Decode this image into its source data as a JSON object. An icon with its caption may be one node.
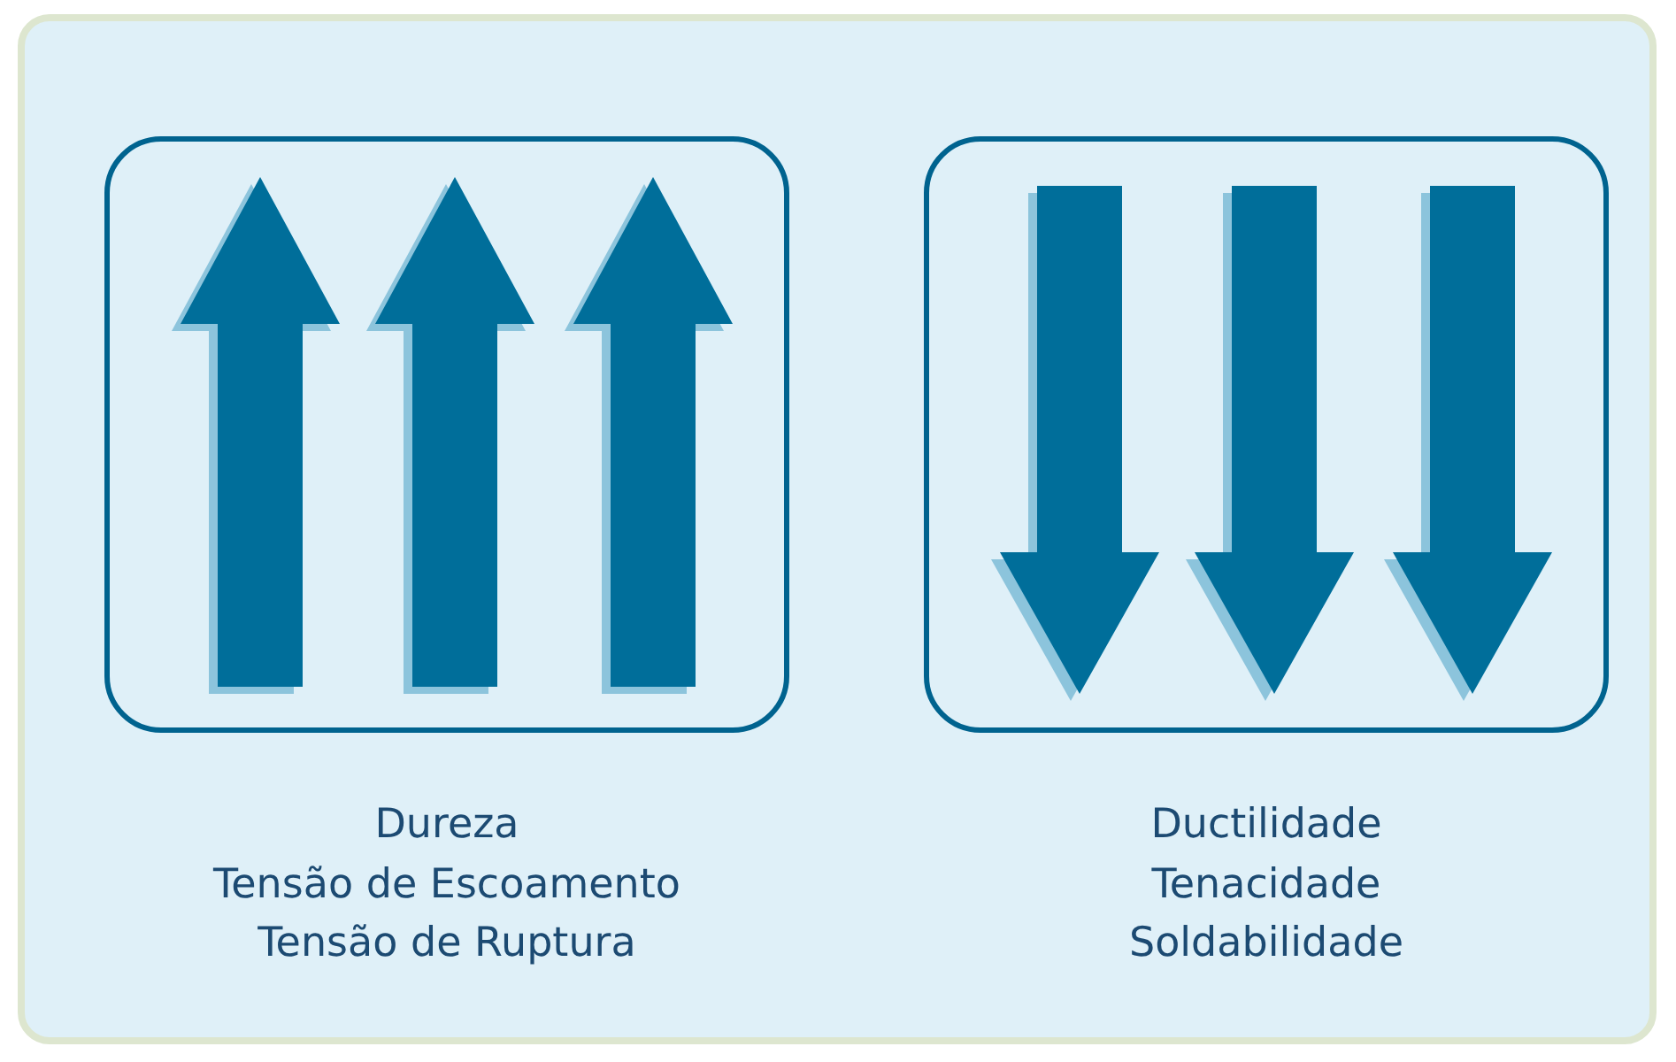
{
  "diagram": {
    "nodes": [
      {
        "text": [],
        "shape": "box",
        "beside": [
          "Dureza",
          "Tensão de Escoamento",
          "Tensão de Ruptura"
        ]
      },
      {
        "text": [],
        "shape": "box",
        "beside": [
          "Ductilidade",
          "Tenacidade",
          "Soldabilidade"
        ]
      }
    ]
  }
}
